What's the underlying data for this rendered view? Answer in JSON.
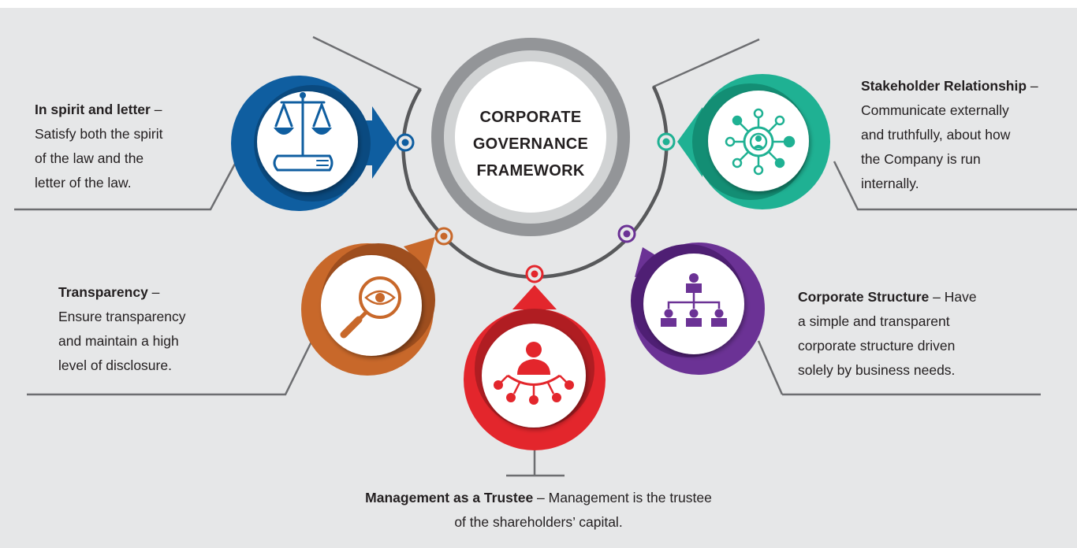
{
  "center": {
    "line1": "CORPORATE",
    "line2": "GOVERNANCE",
    "line3": "FRAMEWORK"
  },
  "pillars": {
    "spirit": {
      "title": "In spirit and letter",
      "dash": " –",
      "lines": [
        "Satisfy both the spirit",
        "of the law and the",
        "letter of the law."
      ],
      "color": "#0f5ea0",
      "icon": "scales-of-justice-icon"
    },
    "stakeholder": {
      "title": "Stakeholder Relationship",
      "dash": " –",
      "lines": [
        "Communicate externally",
        "and truthfully, about how",
        "the Company is run",
        "internally."
      ],
      "color": "#1fb193",
      "icon": "network-user-icon"
    },
    "transparency": {
      "title": "Transparency",
      "dash": " –",
      "lines": [
        "Ensure transparency",
        "and maintain a high",
        "level of disclosure."
      ],
      "color": "#c8682a",
      "icon": "magnifier-eye-icon"
    },
    "structure": {
      "title": "Corporate Structure",
      "after_title": " – Have",
      "lines": [
        "a simple and transparent",
        "corporate structure driven",
        "solely by business needs."
      ],
      "color": "#6b3295",
      "icon": "org-chart-icon"
    },
    "management": {
      "title": "Management as a Trustee",
      "after_title": " – Management is the trustee",
      "line2": "of the shareholders’ capital.",
      "color": "#e3262c",
      "icon": "manager-hub-icon"
    }
  }
}
